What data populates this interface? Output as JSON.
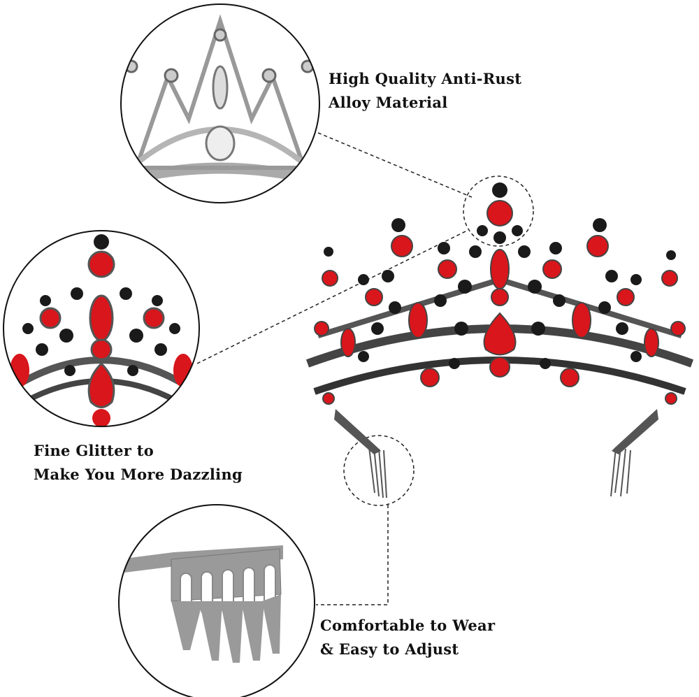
{
  "features": [
    {
      "line1": "High Quality Anti-Rust",
      "line2": "Alloy Material"
    },
    {
      "line1": "Fine Glitter to",
      "line2": "Make You More Dazzling"
    },
    {
      "line1": "Comfortable to Wear",
      "line2": "& Easy to Adjust"
    }
  ],
  "colors": {
    "gem_red": "#d8161b",
    "gem_black": "#1a1a1a",
    "metal": "#8a8a8a",
    "silver": "#c8c8c8"
  }
}
